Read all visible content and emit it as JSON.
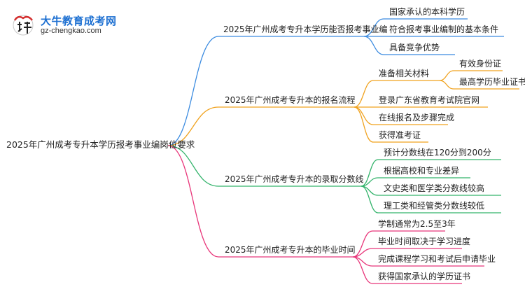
{
  "watermark": {
    "name": "大牛教育成考网",
    "url": "gz-chengkao.com"
  },
  "colors": {
    "blue": "#3b8be0",
    "orange": "#f0a21e",
    "green": "#33b36b",
    "pink": "#e8367a"
  },
  "mindmap": {
    "root": "2025年广州成考专升本学历报考事业编岗位要求",
    "branches": [
      {
        "label": "2025年广州成考专升本学历能否报考事业编",
        "color": "blue",
        "children": [
          {
            "label": "国家承认的本科学历"
          },
          {
            "label": "符合报考事业编制的基本条件"
          },
          {
            "label": "具备竞争优势"
          }
        ]
      },
      {
        "label": "2025年广州成考专升本的报名流程",
        "color": "orange",
        "children": [
          {
            "label": "准备相关材料",
            "children": [
              {
                "label": "有效身份证"
              },
              {
                "label": "最高学历毕业证书"
              }
            ]
          },
          {
            "label": "登录广东省教育考试院官网"
          },
          {
            "label": "在线报名及步骤完成"
          },
          {
            "label": "获得准考证"
          }
        ]
      },
      {
        "label": "2025年广州成考专升本的录取分数线",
        "color": "green",
        "children": [
          {
            "label": "预计分数线在120分到200分"
          },
          {
            "label": "根据高校和专业差异"
          },
          {
            "label": "文史类和医学类分数线较高"
          },
          {
            "label": "理工类和经管类分数线较低"
          }
        ]
      },
      {
        "label": "2025年广州成考专升本的毕业时间",
        "color": "pink",
        "children": [
          {
            "label": "学制通常为2.5至3年"
          },
          {
            "label": "毕业时间取决于学习进度"
          },
          {
            "label": "完成课程学习和考试后申请毕业"
          },
          {
            "label": "获得国家承认的学历证书"
          }
        ]
      }
    ]
  }
}
